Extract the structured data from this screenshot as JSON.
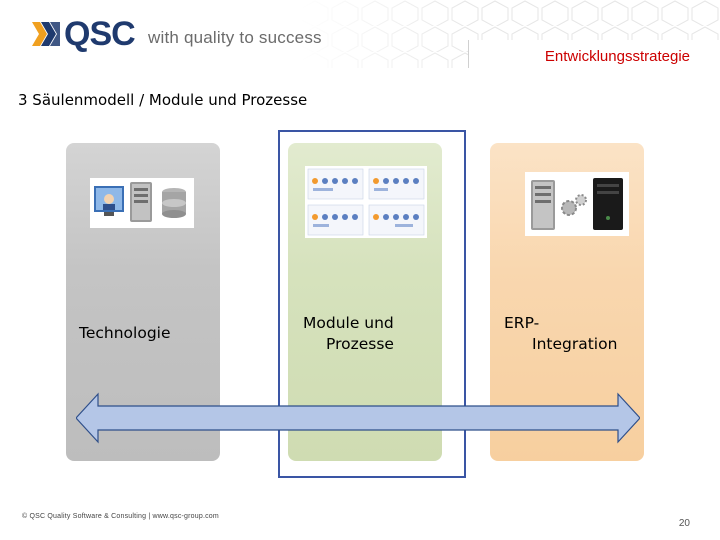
{
  "header": {
    "logo_text": "QSC",
    "tagline": "with quality to success",
    "section": "Entwicklungsstrategie"
  },
  "slide": {
    "title": "3 Säulenmodell / Module und Prozesse"
  },
  "pillars": [
    {
      "label_lines": [
        "Technologie"
      ],
      "color": "#c4c4c4",
      "image_icon": "server-computer-icon"
    },
    {
      "label_lines": [
        "Module und",
        "Prozesse"
      ],
      "color": "#d6e2bd",
      "image_icon": "process-diagram-icon"
    },
    {
      "label_lines": [
        "ERP-",
        "Integration"
      ],
      "color": "#f9d7af",
      "image_icon": "server-integration-icon"
    }
  ],
  "footer": {
    "copyright": "© QSC Quality Software & Consulting | www.qsc-group.com",
    "page_number": "20"
  },
  "colors": {
    "brand_blue": "#1f3a6e",
    "accent_red": "#cc0000",
    "highlight_border": "#3a55a4",
    "arrow_fill": "#b4c6e7"
  }
}
